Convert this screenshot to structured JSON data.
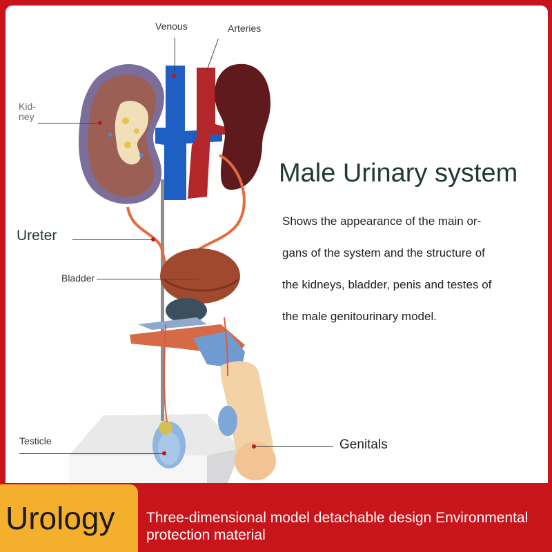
{
  "labels": {
    "venous": "Venous",
    "arteries": "Arteries",
    "kidney": "Kid-\nney",
    "ureter": "Ureter",
    "bladder": "Bladder",
    "testicle": "Testicle",
    "genitals": "Genitals"
  },
  "title": "Male Urinary system",
  "description_lines": [
    "Shows the appearance of the main or-",
    "gans of the system and the structure of",
    "the kidneys, bladder, penis and testes of",
    "the male genitourinary model."
  ],
  "badge": "Urology",
  "footer_text": "Three-dimensional model detachable design Environmental protection material",
  "colors": {
    "frame_red": "#c8141b",
    "badge_yellow": "#f4b02d",
    "title_green": "#1f3a33",
    "vein_blue": "#1f5fc4",
    "artery_red": "#b3262a"
  }
}
